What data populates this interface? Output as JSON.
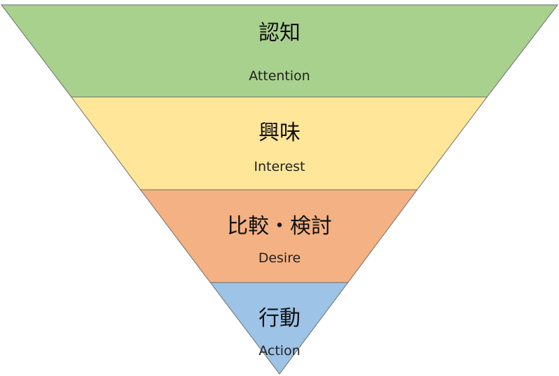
{
  "funnel": {
    "stages": [
      {
        "title": "認知",
        "subtitle": "Attention",
        "color": "#a9d18e"
      },
      {
        "title": "興味",
        "subtitle": "Interest",
        "color": "#ffe699"
      },
      {
        "title": "比較・検討",
        "subtitle": "Desire",
        "color": "#f4b183"
      },
      {
        "title": "行動",
        "subtitle": "Action",
        "color": "#9dc3e6"
      }
    ],
    "outline_color": "#6d6d6d"
  }
}
